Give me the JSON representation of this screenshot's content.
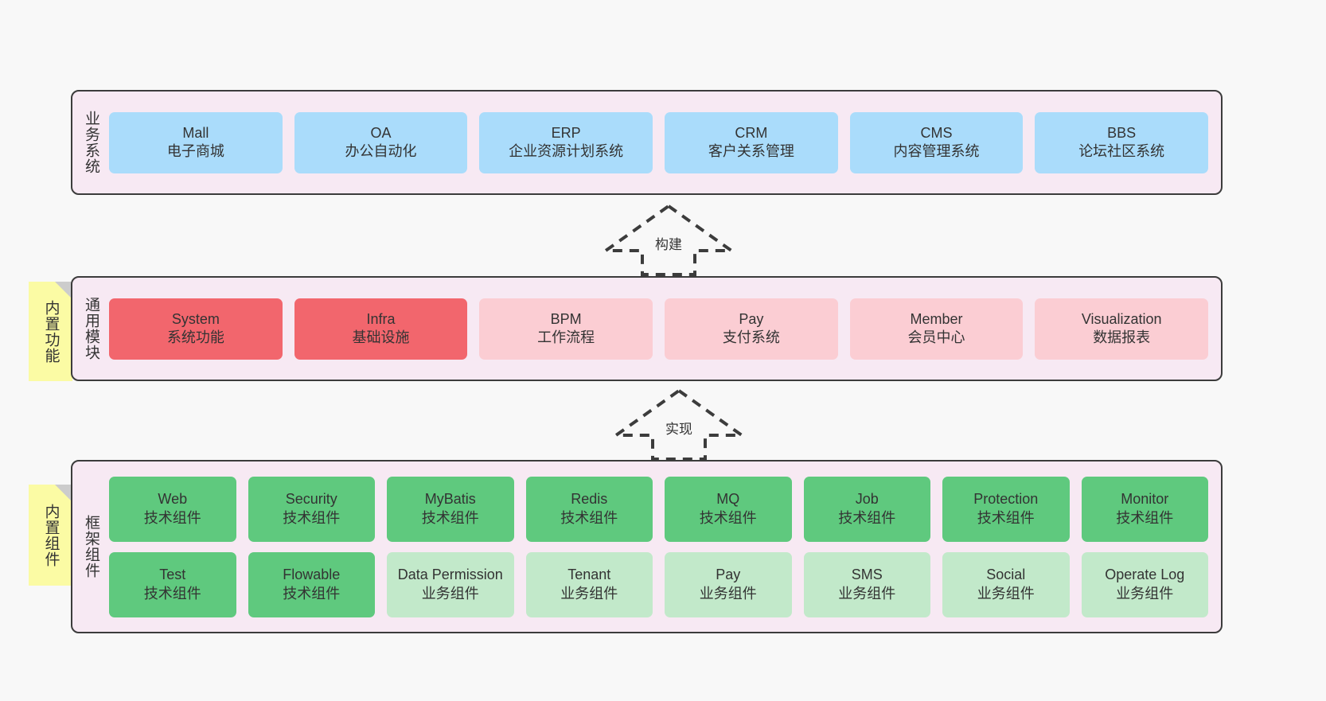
{
  "diagram": {
    "background_color": "#f8f8f8",
    "panel_color": "#f7e9f3",
    "panel_border_color": "#3c3c3c",
    "note_color": "#fbfba4"
  },
  "layers": {
    "business": {
      "title": "业务系统",
      "accent": "#aadcfb",
      "cards": [
        {
          "en": "Mall",
          "cn": "电子商城"
        },
        {
          "en": "OA",
          "cn": "办公自动化"
        },
        {
          "en": "ERP",
          "cn": "企业资源计划系统"
        },
        {
          "en": "CRM",
          "cn": "客户关系管理"
        },
        {
          "en": "CMS",
          "cn": "内容管理系统"
        },
        {
          "en": "BBS",
          "cn": "论坛社区系统"
        }
      ]
    },
    "modules": {
      "title": "通用模块",
      "note": "内置功能",
      "accent_strong": "#f2666d",
      "accent_soft": "#fbcdd3",
      "cards": [
        {
          "en": "System",
          "cn": "系统功能",
          "tone": "red"
        },
        {
          "en": "Infra",
          "cn": "基础设施",
          "tone": "red"
        },
        {
          "en": "BPM",
          "cn": "工作流程",
          "tone": "pink"
        },
        {
          "en": "Pay",
          "cn": "支付系统",
          "tone": "pink"
        },
        {
          "en": "Member",
          "cn": "会员中心",
          "tone": "pink"
        },
        {
          "en": "Visualization",
          "cn": "数据报表",
          "tone": "pink"
        }
      ]
    },
    "framework": {
      "title": "框架组件",
      "note": "内置组件",
      "accent_tech": "#5fc97e",
      "accent_biz": "#c2e9ca",
      "row1": [
        {
          "en": "Web",
          "cn": "技术组件",
          "tone": "green"
        },
        {
          "en": "Security",
          "cn": "技术组件",
          "tone": "green"
        },
        {
          "en": "MyBatis",
          "cn": "技术组件",
          "tone": "green"
        },
        {
          "en": "Redis",
          "cn": "技术组件",
          "tone": "green"
        },
        {
          "en": "MQ",
          "cn": "技术组件",
          "tone": "green"
        },
        {
          "en": "Job",
          "cn": "技术组件",
          "tone": "green"
        },
        {
          "en": "Protection",
          "cn": "技术组件",
          "tone": "green"
        },
        {
          "en": "Monitor",
          "cn": "技术组件",
          "tone": "green"
        }
      ],
      "row2": [
        {
          "en": "Test",
          "cn": "技术组件",
          "tone": "green"
        },
        {
          "en": "Flowable",
          "cn": "技术组件",
          "tone": "green"
        },
        {
          "en": "Data Permission",
          "cn": "业务组件",
          "tone": "lightgreen"
        },
        {
          "en": "Tenant",
          "cn": "业务组件",
          "tone": "lightgreen"
        },
        {
          "en": "Pay",
          "cn": "业务组件",
          "tone": "lightgreen"
        },
        {
          "en": "SMS",
          "cn": "业务组件",
          "tone": "lightgreen"
        },
        {
          "en": "Social",
          "cn": "业务组件",
          "tone": "lightgreen"
        },
        {
          "en": "Operate Log",
          "cn": "业务组件",
          "tone": "lightgreen"
        }
      ]
    }
  },
  "connectors": [
    {
      "name": "build",
      "label": "构建",
      "from": "通用模块",
      "to": "业务系统"
    },
    {
      "name": "implement",
      "label": "实现",
      "from": "框架组件",
      "to": "通用模块"
    }
  ]
}
